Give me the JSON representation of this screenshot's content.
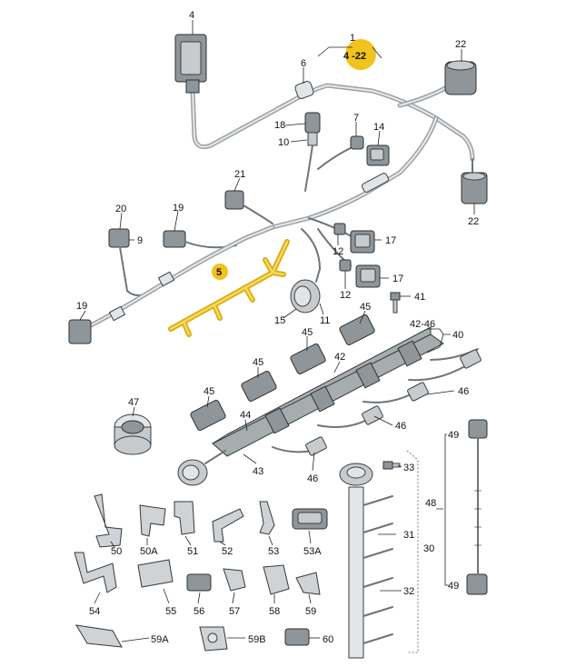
{
  "highlight_color": "#f2c21d",
  "labels": {
    "l1": "1",
    "l4_22": "4 -22",
    "l4": "4",
    "l6": "6",
    "l22a": "22",
    "l22b": "22",
    "l18": "18",
    "l10": "10",
    "l7": "7",
    "l14": "14",
    "l21": "21",
    "l20": "20",
    "l9": "9",
    "l19a": "19",
    "l19b": "19",
    "l12a": "12",
    "l17a": "17",
    "l5": "5",
    "l17b": "17",
    "l12b": "12",
    "l41": "41",
    "l15": "15",
    "l11": "11",
    "l45a": "45",
    "l42_46": "42-46",
    "l40": "40",
    "l45b": "45",
    "l42": "42",
    "l45c": "45",
    "l46a": "46",
    "l45d": "45",
    "l47": "47",
    "l44": "44",
    "l46b": "46",
    "l49a": "49",
    "l43": "43",
    "l46c": "46",
    "l33": "33",
    "l48": "48",
    "l31": "31",
    "l30": "30",
    "l50": "50",
    "l50A": "50A",
    "l51": "51",
    "l52": "52",
    "l53": "53",
    "l53A": "53A",
    "l32": "32",
    "l49b": "49",
    "l54": "54",
    "l55": "55",
    "l56": "56",
    "l57": "57",
    "l58": "58",
    "l59": "59",
    "l59A": "59A",
    "l59B": "59B",
    "l60": "60"
  }
}
